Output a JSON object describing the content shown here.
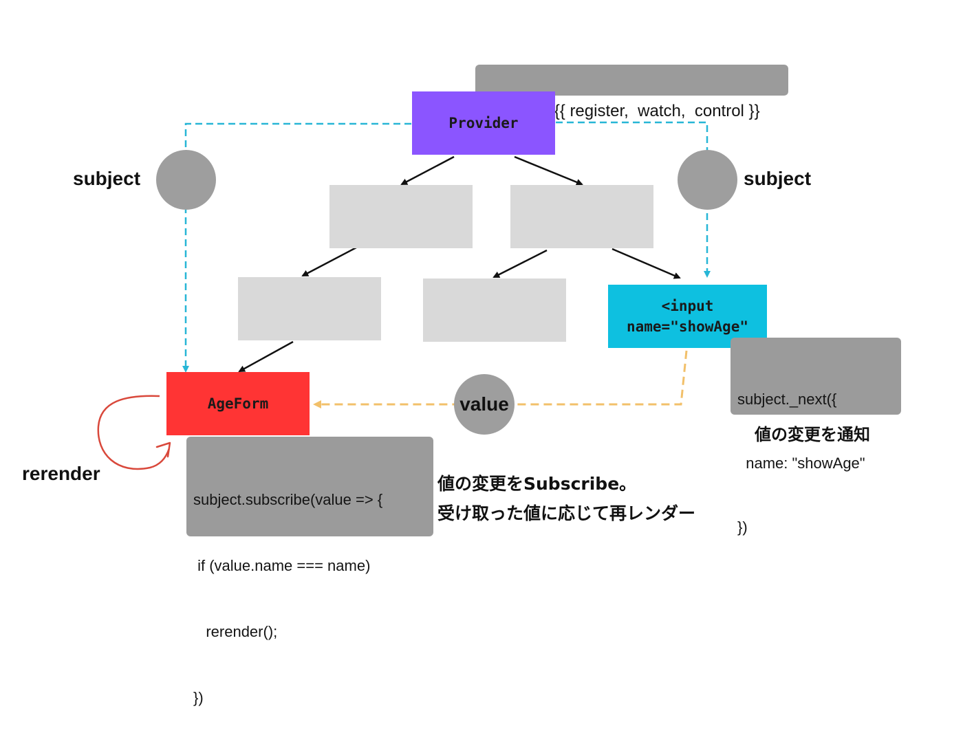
{
  "provider": {
    "label": "Provider",
    "value_note": "value =  {{ register,  watch,  control }}"
  },
  "input_node": {
    "line1": "<input",
    "line2": "name=\"showAge\""
  },
  "age_form": {
    "label": "AgeForm"
  },
  "subject_left": {
    "label": "subject"
  },
  "subject_right": {
    "label": "subject"
  },
  "value_badge": {
    "label": "value"
  },
  "rerender_label": "rerender",
  "next_code": {
    "lines": [
      "subject._next({",
      "  name: \"showAge\"",
      "})"
    ]
  },
  "next_caption": "値の変更を通知",
  "subscribe_code": {
    "lines": [
      "subject.subscribe(value => {",
      " if (value.name === name)",
      "   rerender();",
      "})"
    ]
  },
  "subscribe_caption": {
    "line1": "値の変更をSubscribe。",
    "line2": "受け取った値に応じて再レンダー"
  },
  "colors": {
    "provider": "#8b55ff",
    "input_node": "#0ec0e0",
    "age_form": "#ff3434",
    "placeholder": "#d9d9d9",
    "circle": "#9e9e9e",
    "subject_line": "#27b6d6",
    "value_line": "#f2c06a",
    "rerender_arrow": "#d9483b"
  }
}
